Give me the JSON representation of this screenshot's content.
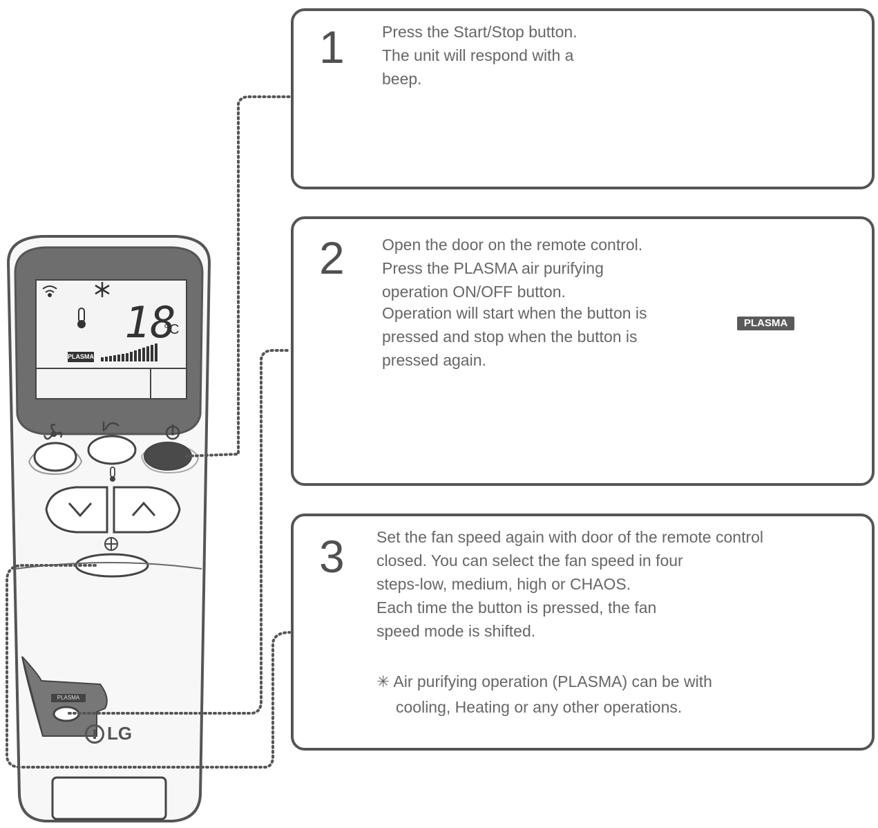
{
  "steps": [
    {
      "number": "1",
      "lines": [
        "Press the Start/Stop button.",
        "The unit will respond with a",
        "beep."
      ]
    },
    {
      "number": "2",
      "lines": [
        "Open the door on the remote control.",
        "Press the PLASMA air purifying",
        "operation ON/OFF button.",
        "Operation will start when the button is",
        "pressed and stop when the button is",
        "pressed again."
      ]
    },
    {
      "number": "3",
      "lines": [
        "Set the fan speed again with door of the remote control",
        "closed. You can select the fan speed in four",
        "steps-low, medium, high or CHAOS.",
        "Each time the button is pressed, the fan",
        "speed mode is shifted."
      ],
      "note_lines": [
        "✳ Air purifying operation (PLASMA) can be with",
        "cooling, Heating or any other operations."
      ]
    }
  ],
  "plasma_button_label": "PLASMA",
  "remote": {
    "display_temperature": "18",
    "display_unit": "°C",
    "display_plasma_label": "PLASMA",
    "door_plasma_label": "PLASMA",
    "brand": "LG"
  },
  "icons": [
    "power-icon",
    "fan-icon",
    "thermometer-icon",
    "snowflake-icon",
    "signal-icon",
    "swing-icon",
    "chevron-down-icon",
    "chevron-up-icon",
    "hand-pointer-icon"
  ],
  "colors": {
    "outline": "#555555",
    "text": "#666666",
    "button_dark": "#4a4a4a",
    "lcd_bg": "#f4f4f4",
    "remote_bezel": "#6e6e6e"
  }
}
